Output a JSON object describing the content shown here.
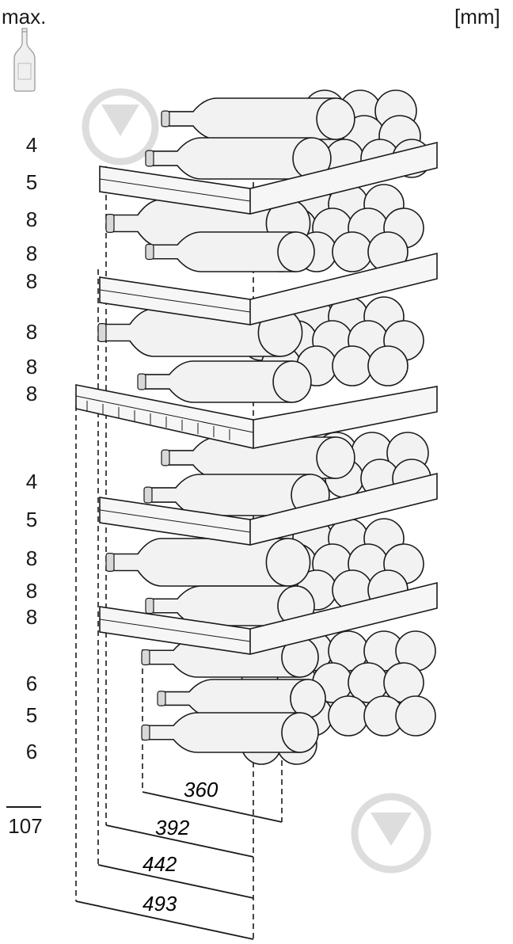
{
  "header": {
    "max_label": "max.",
    "unit_label": "[mm]"
  },
  "bottle_counts": [
    "4",
    "5",
    "8",
    "8",
    "8",
    "8",
    "8",
    "8",
    "4",
    "5",
    "8",
    "8",
    "8",
    "6",
    "5",
    "6"
  ],
  "total": "107",
  "dimensions": [
    "360",
    "392",
    "442",
    "493"
  ],
  "icons": {
    "bottle": "wine-bottle-icon",
    "watermark": "watermark-drop-icon"
  },
  "colors": {
    "line": "#1a1a1a",
    "bottle": "#f2f2f2",
    "shelf": "#f6f6f6",
    "watermark": "#dddddd"
  }
}
